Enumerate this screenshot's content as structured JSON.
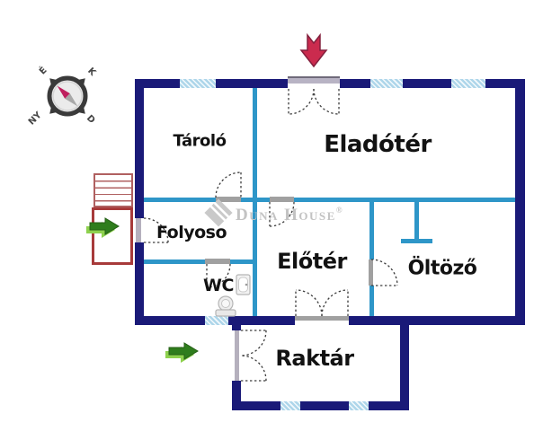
{
  "plan": {
    "rooms": {
      "taro": {
        "label": "Tároló"
      },
      "elado": {
        "label": "Eladótér"
      },
      "folyoso": {
        "label": "Folyoso"
      },
      "eloter": {
        "label": "Előtér"
      },
      "oltozo": {
        "label": "Öltöző"
      },
      "wc": {
        "label": "WC"
      },
      "raktar": {
        "label": "Raktár"
      }
    },
    "compass": {
      "north": "É",
      "east": "K",
      "west": "NY",
      "south": "D"
    },
    "watermark": {
      "brand": "Duna House",
      "registered": "®"
    },
    "colors": {
      "exterior_wall": "#1a1a78",
      "interior_wall": "#2e96c8",
      "window": "#aed6ea",
      "door_sill": "#a0a0a0",
      "entrance_sill": "#b8b3c4",
      "stairs": "#a73a3a",
      "entrance_arrow": "#cb2b4e",
      "entrance_arrow_outline": "#84203e",
      "direction_arrow": "#2f7d1d",
      "direction_arrow_highlight": "#8ed14e",
      "watermark_gray": "#c3c3c3",
      "compass_needle_north": "#bf1f5e",
      "compass_needle_south": "#a8a8a8"
    }
  }
}
